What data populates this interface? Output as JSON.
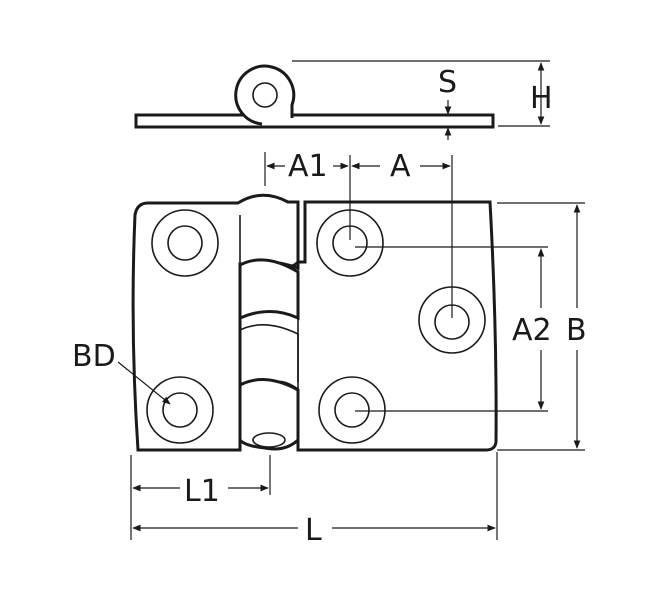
{
  "labels": {
    "S": "S",
    "H": "H",
    "A1": "A1",
    "A": "A",
    "A2": "A2",
    "B": "B",
    "BD": "BD",
    "L1": "L1",
    "L": "L"
  },
  "colors": {
    "line": "#1a1a1a",
    "background": "#ffffff"
  }
}
